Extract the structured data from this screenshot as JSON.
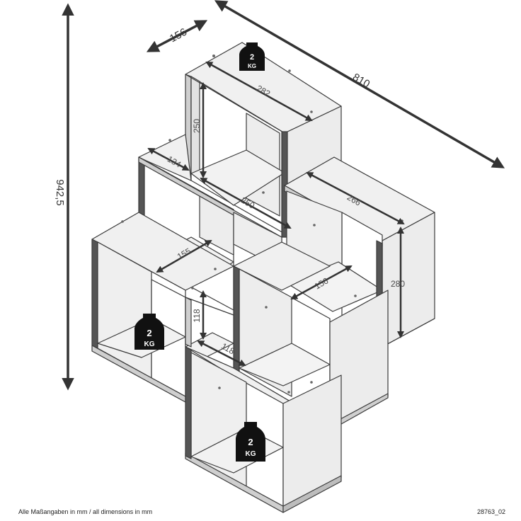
{
  "colors": {
    "panel": "#efefef",
    "panel_light": "#f4f4f4",
    "edge": "#3a3a3a",
    "hole": "#ffffff",
    "arrow": "#333333",
    "weight": "#111111"
  },
  "dimensions": {
    "total_height": "942,5",
    "total_width": "810",
    "depth": "156",
    "top_inner_width": "282",
    "top_inner_height": "250",
    "left_depth": "134",
    "middle_width": "250",
    "right_width": "266",
    "right_height": "280",
    "left_lower_depth": "155",
    "right_lower_depth": "156",
    "center_height": "118",
    "center_depth": "118"
  },
  "weights": [
    {
      "number": "2",
      "unit": "KG"
    },
    {
      "number": "2",
      "unit": "KG"
    },
    {
      "number": "2",
      "unit": "KG"
    }
  ],
  "footer": {
    "note": "Alle Maßangaben in mm / all dimensions in mm",
    "code": "28763_02"
  }
}
